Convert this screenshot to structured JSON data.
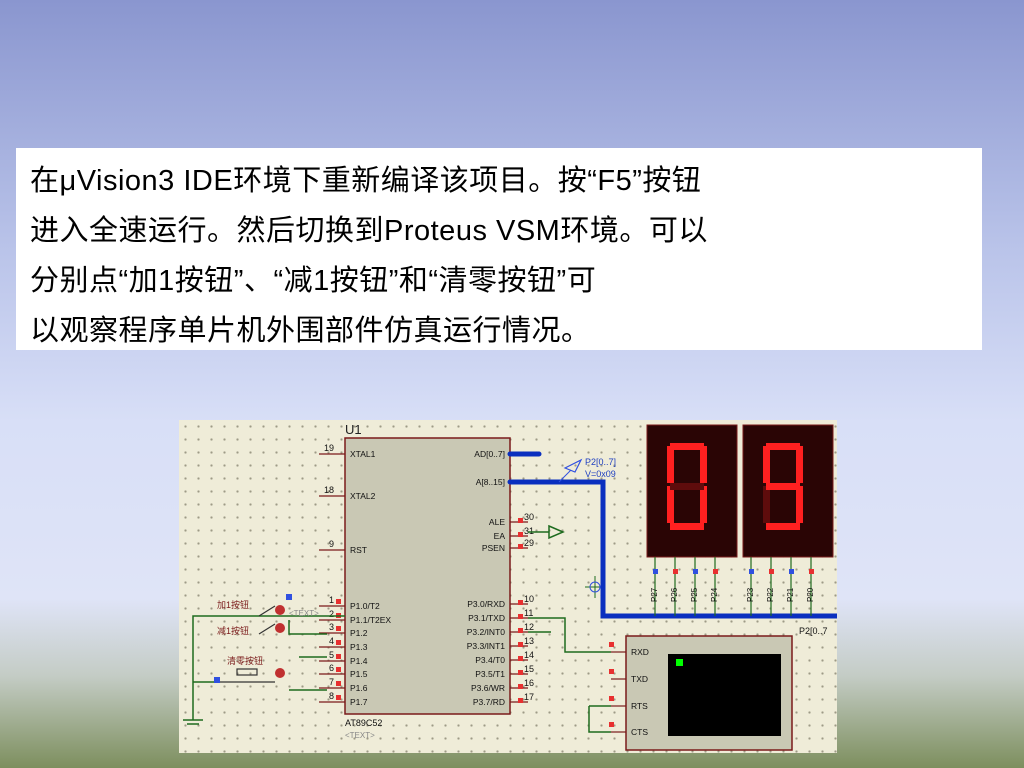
{
  "slide": {
    "paragraph": "在μVision3 IDE环境下重新编译该项目。按“F5”按钮进入全速运行。然后切换到Proteus VSM环境。可以分别点“加1按钮”、“减1按钮”和“清零按钮”可以观察程序单片机外围部件仿真运行情况。",
    "lines": [
      "在μVision3 IDE环境下重新编译该项目。按“F5”按钮",
      "进入全速运行。然后切换到Proteus VSM环境。可以",
      "分别点“加1按钮”、“减1按钮”和“清零按钮”可",
      "以观察程序单片机外围部件仿真运行情况。"
    ]
  },
  "schematic": {
    "chip_ref": "U1",
    "chip_part": "AT89C52",
    "chip_text_tag": "<TEXT>",
    "left_pins": [
      {
        "num": "19",
        "name": "XTAL1"
      },
      {
        "num": "18",
        "name": "XTAL2"
      },
      {
        "num": "9",
        "name": "RST"
      },
      {
        "num": "1",
        "name": "P1.0/T2"
      },
      {
        "num": "2",
        "name": "P1.1/T2EX"
      },
      {
        "num": "3",
        "name": "P1.2"
      },
      {
        "num": "4",
        "name": "P1.3"
      },
      {
        "num": "5",
        "name": "P1.4"
      },
      {
        "num": "6",
        "name": "P1.5"
      },
      {
        "num": "7",
        "name": "P1.6"
      },
      {
        "num": "8",
        "name": "P1.7"
      }
    ],
    "right_pins": [
      {
        "num": "",
        "name": "AD[0..7]"
      },
      {
        "num": "",
        "name": "A[8..15]"
      },
      {
        "num": "30",
        "name": "ALE"
      },
      {
        "num": "31",
        "name": "EA"
      },
      {
        "num": "29",
        "name": "PSEN"
      },
      {
        "num": "10",
        "name": "P3.0/RXD"
      },
      {
        "num": "11",
        "name": "P3.1/TXD"
      },
      {
        "num": "12",
        "name": "P3.2/INT0"
      },
      {
        "num": "13",
        "name": "P3.3/INT1"
      },
      {
        "num": "14",
        "name": "P3.4/T0"
      },
      {
        "num": "15",
        "name": "P3.5/T1"
      },
      {
        "num": "16",
        "name": "P3.6/WR"
      },
      {
        "num": "17",
        "name": "P3.7/RD"
      }
    ],
    "probe_label": "P2[0..7]",
    "probe_value": "V=0x09",
    "bus_label": "P2[0..7",
    "button_labels": [
      "加1按钮",
      "减1按钮",
      "清零按钮"
    ],
    "button_text_tag": "<TEXT>",
    "display_digits": [
      "0",
      "9"
    ],
    "display_pins": [
      "P27",
      "P26",
      "P25",
      "P24",
      "P23",
      "P22",
      "P21",
      "P20"
    ],
    "terminal_pins": [
      "RXD",
      "TXD",
      "RTS",
      "CTS"
    ],
    "colors": {
      "wire": "#1e6b1e",
      "bus": "#0a2fbf",
      "chip_fill": "#c9c8b4",
      "chip_border": "#7a1a1a",
      "segment_on": "#ff2020",
      "segment_off": "#5e0c0c",
      "display_bg": "#2a0505",
      "terminal_screen": "#000000",
      "terminal_led": "#00ff00",
      "pin_high": "#e83030",
      "pin_low": "#3050e0"
    }
  }
}
